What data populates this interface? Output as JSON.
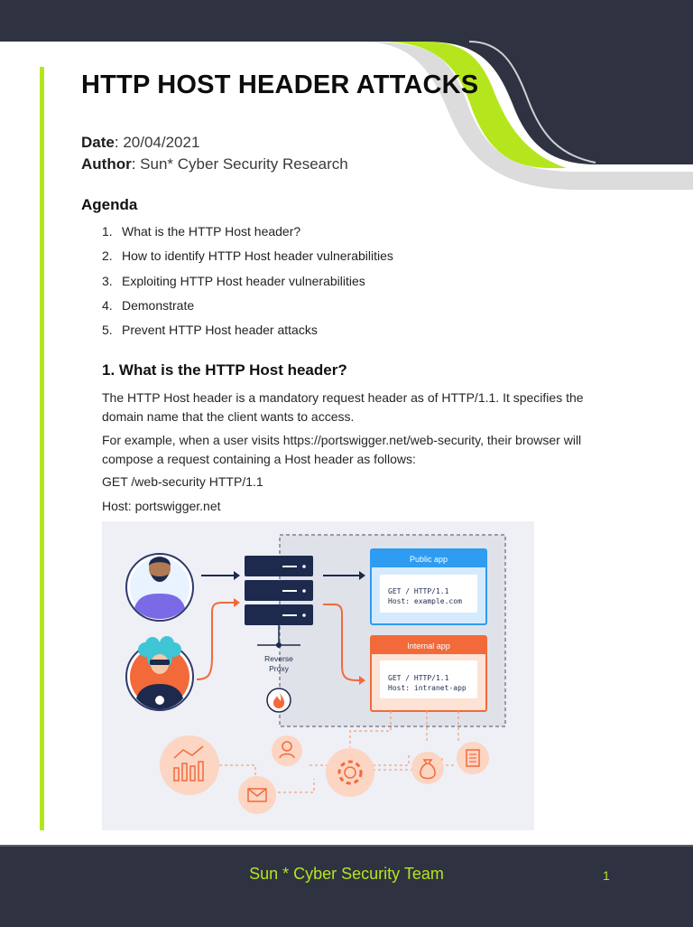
{
  "document": {
    "title": "HTTP HOST HEADER ATTACKS",
    "date_label": "Date",
    "date_value": "20/04/2021",
    "author_label": "Author",
    "author_value": "Sun* Cyber Security Research",
    "agenda_heading": "Agenda",
    "agenda": [
      {
        "num": "1.",
        "text": "What is the HTTP Host header?"
      },
      {
        "num": "2.",
        "text": "How to identify HTTP Host header vulnerabilities"
      },
      {
        "num": "3.",
        "text": "Exploiting HTTP Host header vulnerabilities"
      },
      {
        "num": "4.",
        "text": "Demonstrate"
      },
      {
        "num": "5.",
        "text": "Prevent HTTP Host header attacks"
      }
    ],
    "section_heading": "1. What is the HTTP Host header?",
    "para_1": "The HTTP Host header is a mandatory request header as of HTTP/1.1. It specifies the domain name that the client wants to access.",
    "para_2": "For example, when a user visits https://portswigger.net/web-security, their browser will compose a request containing a Host header as follows:",
    "code_line_1": "GET /web-security HTTP/1.1",
    "code_line_2": "Host: portswigger.net"
  },
  "diagram": {
    "public_app_title": "Public app",
    "public_req_line_1": "GET / HTTP/1.1",
    "public_req_line_2": "Host: example.com",
    "internal_app_title": "Internal app",
    "internal_req_line_1": "GET / HTTP/1.1",
    "internal_req_line_2": "Host: intranet-app",
    "proxy_label_1": "Reverse",
    "proxy_label_2": "Proxy"
  },
  "footer": {
    "team": "Sun * Cyber Security Team",
    "page_number": "1"
  },
  "colors": {
    "accent_green": "#b5e61d",
    "dark_navy": "#2f3240",
    "public_blue": "#2e9cf0",
    "internal_orange": "#f26a3a"
  }
}
